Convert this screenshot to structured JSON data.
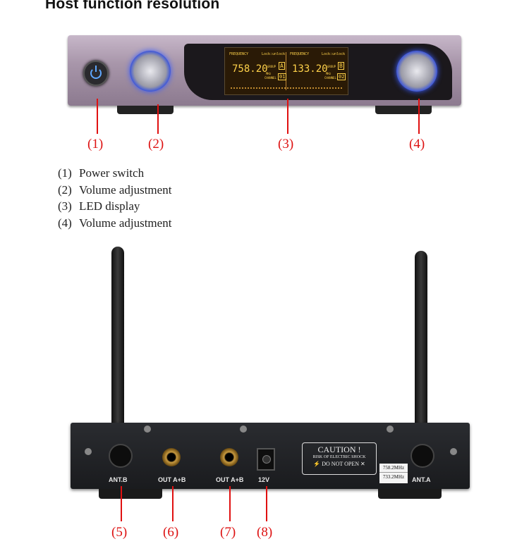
{
  "title": "Host function resolution",
  "front_panel": {
    "display": {
      "left": {
        "frequency_label": "FREQUENCY",
        "lock_label": "Lock:unlock",
        "value": "758.20",
        "unit": "MHz",
        "group_label": "GROUP",
        "group_value": "A",
        "channel_label": "CHANNEL",
        "channel_value": "01"
      },
      "right": {
        "frequency_label": "FREQUENCY",
        "lock_label": "Lock:unlock",
        "value": "133.20",
        "unit": "MHz",
        "group_label": "GROUP",
        "group_value": "B",
        "channel_label": "CHANNEL",
        "channel_value": "02"
      }
    }
  },
  "front_callouts": [
    "(1)",
    "(2)",
    "(3)",
    "(4)"
  ],
  "legend": [
    {
      "num": "(1)",
      "text": "Power switch"
    },
    {
      "num": "(2)",
      "text": "Volume adjustment"
    },
    {
      "num": "(3)",
      "text": "LED display"
    },
    {
      "num": "(4)",
      "text": "Volume adjustment"
    }
  ],
  "back_panel": {
    "labels": {
      "ant_b": "ANT.B",
      "out1": "OUT A+B",
      "out2": "OUT A+B",
      "power": "12V",
      "ant_a": "ANT.A"
    },
    "caution": {
      "title": "CAUTION !",
      "line1": "RISK OF ELECTRIC SHOCK",
      "line2": "DO NOT OPEN"
    },
    "freq_sticker": [
      "758.2MHz",
      "733.2MHz"
    ]
  },
  "back_callouts": [
    "(5)",
    "(6)",
    "(7)",
    "(8)"
  ]
}
